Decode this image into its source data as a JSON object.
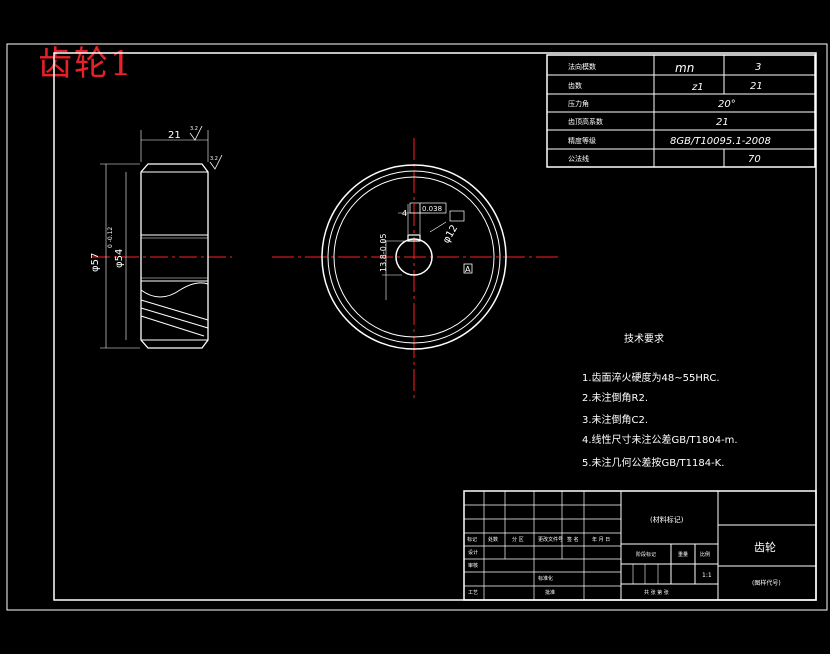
{
  "drawing_title": "齿轮1",
  "param_table": [
    {
      "label": "法向模数",
      "symbol": "mn",
      "value": "3"
    },
    {
      "label": "齿数",
      "symbol": "z1",
      "value": "21"
    },
    {
      "label": "压力角",
      "symbol": "",
      "value": "20°"
    },
    {
      "label": "齿顶高系数",
      "symbol": "",
      "value": "21"
    },
    {
      "label": "精度等级",
      "symbol": "",
      "value": "8GB/T10095.1-2008"
    },
    {
      "label": "公法线",
      "symbol": "",
      "value": "70"
    }
  ],
  "dimensions": {
    "width": "21",
    "outer_dia": "φ57",
    "outer_tol": "0\n-0.12",
    "root_dia": "φ54",
    "bore": "φ12",
    "key_tol": "0.038",
    "key_width": "4",
    "keyway": "13.8-0.05",
    "surface_marks": [
      "3.2",
      "3.2"
    ],
    "datum": "A"
  },
  "tech_requirements": {
    "heading": "技术要求",
    "items": [
      "1.齿面淬火硬度为48~55HRC.",
      "2.未注倒角R2.",
      "3.未注倒角C2.",
      "4.线性尺寸未注公差GB/T1804-m.",
      "5.未注几何公差按GB/T1184-K."
    ]
  },
  "title_block": {
    "material": "(材料标记)",
    "part_name": "齿轮",
    "drawing_code": "(图样代号)",
    "rows": [
      "标记",
      "处数",
      "分 区",
      "更改文件号",
      "签 名",
      "年 月 日"
    ],
    "roles": [
      "设计",
      "审核",
      "工艺",
      "批准"
    ],
    "stage_label": "阶段标记",
    "weight_label": "重量",
    "scale_label": "比例",
    "scale_value": "1:1",
    "sheet": "共 张 第 张",
    "std_label": "标准化"
  }
}
